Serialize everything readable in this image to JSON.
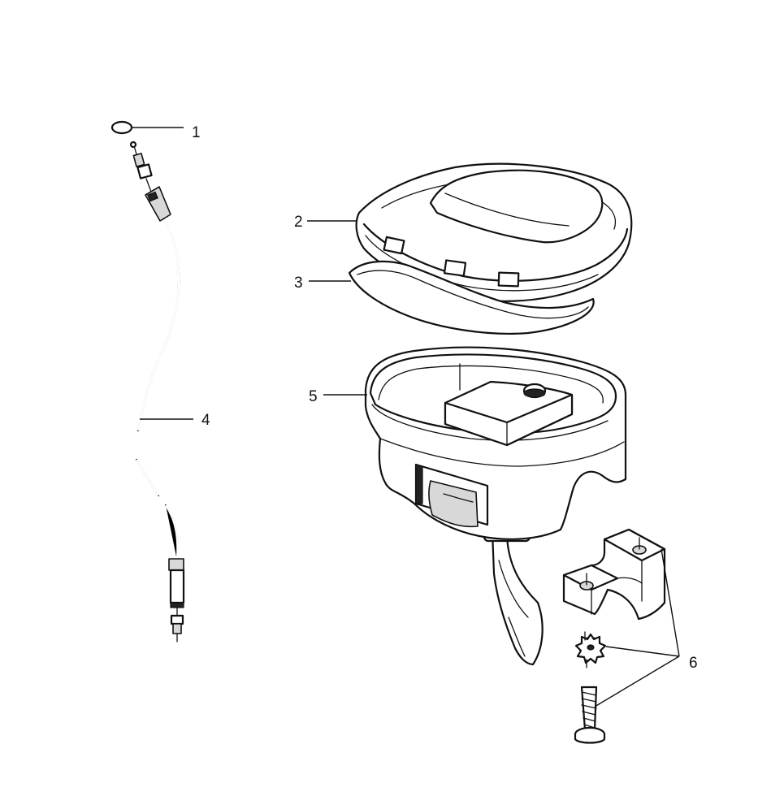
{
  "diagram": {
    "callouts": [
      {
        "id": "c1",
        "text": "1"
      },
      {
        "id": "c2",
        "text": "2"
      },
      {
        "id": "c3",
        "text": "3"
      },
      {
        "id": "c4",
        "text": "4"
      },
      {
        "id": "c5",
        "text": "5"
      },
      {
        "id": "c6",
        "text": "6"
      }
    ],
    "parts": [
      {
        "ref": "1",
        "icon": "o-ring-icon"
      },
      {
        "ref": "2",
        "icon": "housing-cover-icon"
      },
      {
        "ref": "3",
        "icon": "gasket-icon"
      },
      {
        "ref": "4",
        "icon": "throttle-cable-icon"
      },
      {
        "ref": "5",
        "icon": "throttle-housing-icon"
      },
      {
        "ref": "6",
        "icon": "clamp-washer-screw-icon"
      }
    ]
  }
}
